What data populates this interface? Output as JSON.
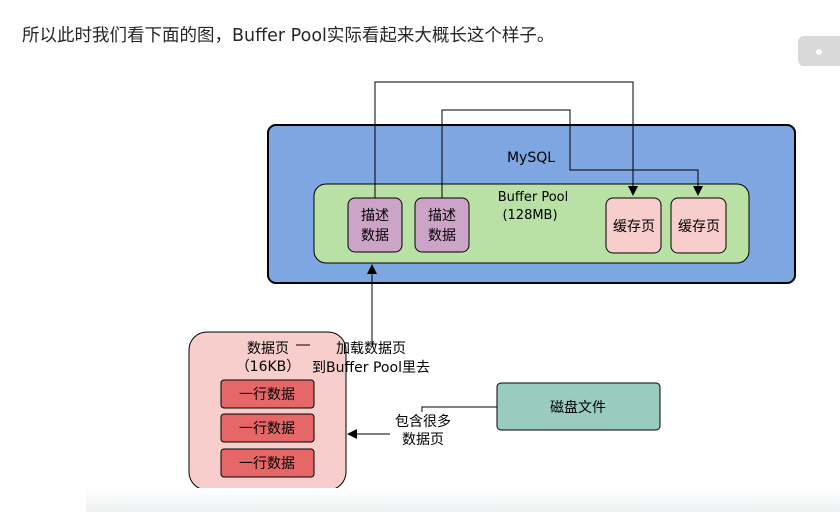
{
  "intro_text": "所以此时我们看下面的图，Buffer Pool实际看起来大概长这个样子。",
  "diagram": {
    "mysql_label": "MySQL",
    "buffer_pool": {
      "title": "Buffer Pool",
      "size": "(128MB)",
      "descriptors": [
        {
          "line1": "描述",
          "line2": "数据"
        },
        {
          "line1": "描述",
          "line2": "数据"
        }
      ],
      "cache_pages": [
        "缓存页",
        "缓存页"
      ]
    },
    "data_page": {
      "title": "数据页",
      "size": "（16KB）",
      "rows": [
        "一行数据",
        "一行数据",
        "一行数据"
      ]
    },
    "load_label": {
      "line1": "加载数据页",
      "line2": "到Buffer Pool里去"
    },
    "disk_file": "磁盘文件",
    "contains_label": {
      "line1": "包含很多",
      "line2": "数据页"
    }
  },
  "colors": {
    "mysql_fill": "#7ea6e0",
    "buffer_pool_fill": "#b9e0a5",
    "descriptor_fill": "#cca4c7",
    "cache_page_fill": "#f8cecc",
    "data_page_fill": "#f8cecc",
    "row_fill": "#e56767",
    "disk_fill": "#9acbbf"
  }
}
